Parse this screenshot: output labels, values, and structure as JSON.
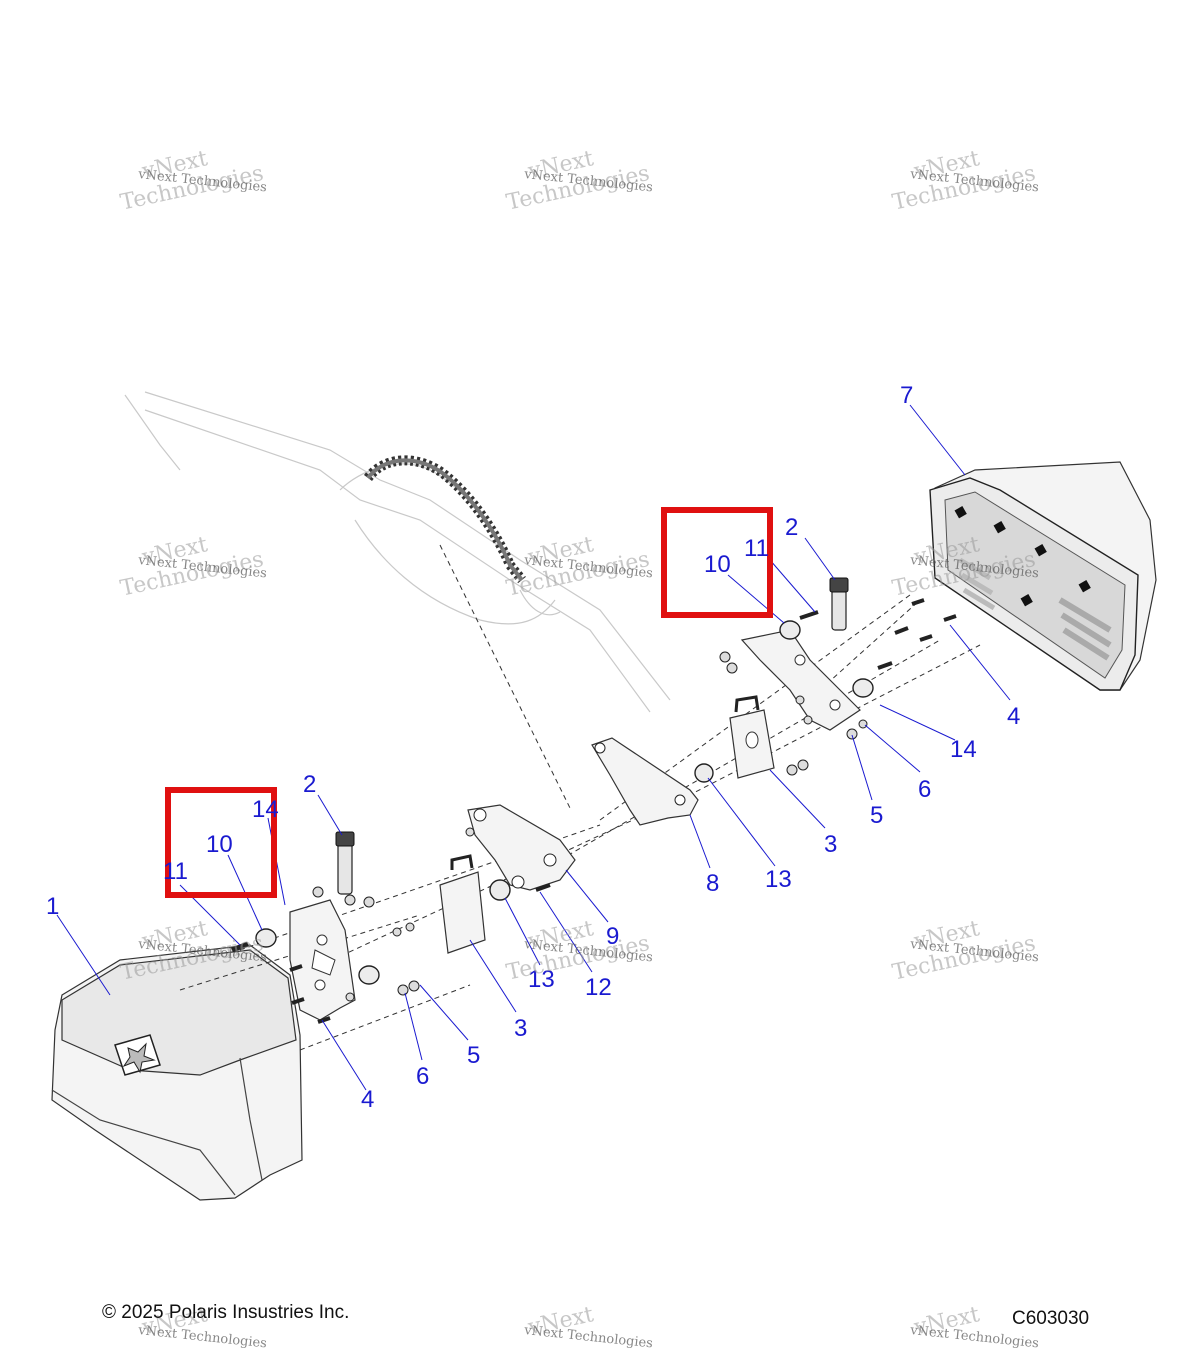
{
  "diagram": {
    "callouts": {
      "c1": "1",
      "c2a": "2",
      "c2b": "2",
      "c3a": "3",
      "c3b": "3",
      "c4a": "4",
      "c4b": "4",
      "c5a": "5",
      "c5b": "5",
      "c6a": "6",
      "c6b": "6",
      "c7": "7",
      "c8": "8",
      "c9": "9",
      "c10a": "10",
      "c10b": "10",
      "c11a": "11",
      "c11b": "11",
      "c12": "12",
      "c13a": "13",
      "c13b": "13",
      "c14a": "14",
      "c14b": "14"
    },
    "highlight_color": "#e01010",
    "callout_color": "#1a1ad0"
  },
  "watermark": {
    "line1": "vNext",
    "line2": "Technologies",
    "small": "vNext Technologies"
  },
  "footer": {
    "copyright": "© 2025 Polaris Insustries Inc.",
    "code": "C603030"
  }
}
